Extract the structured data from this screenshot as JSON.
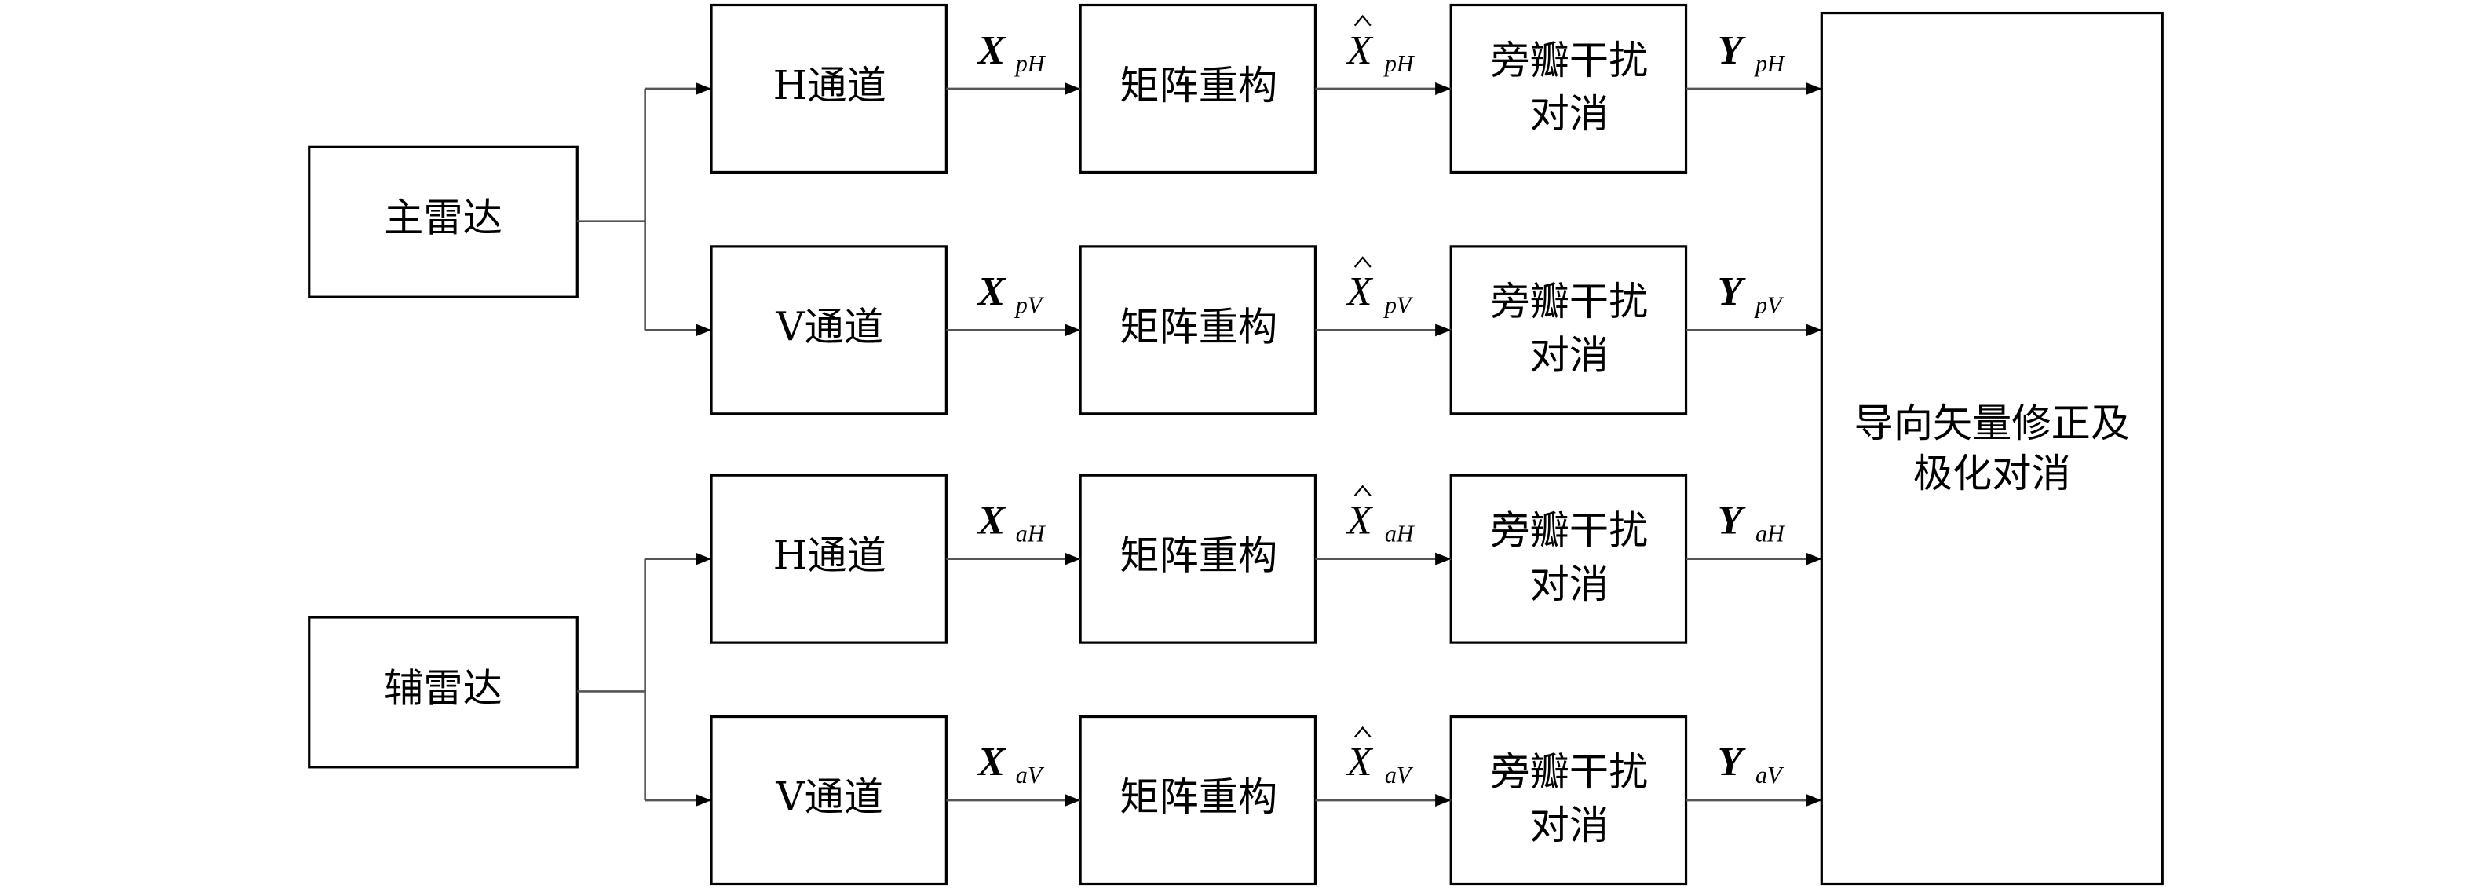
{
  "sources": [
    {
      "label": "主雷达"
    },
    {
      "label": "辅雷达"
    }
  ],
  "rows": [
    {
      "channel": "H通道",
      "reconstruct": "矩阵重构",
      "cancel_line1": "旁瓣干扰",
      "cancel_line2": "对消",
      "x_sym": "X",
      "x_sub": "pH",
      "xhat_sym": "X",
      "xhat_sub": "pH",
      "y_sym": "Y",
      "y_sub": "pH"
    },
    {
      "channel": "V通道",
      "reconstruct": "矩阵重构",
      "cancel_line1": "旁瓣干扰",
      "cancel_line2": "对消",
      "x_sym": "X",
      "x_sub": "pV",
      "xhat_sym": "X",
      "xhat_sub": "pV",
      "y_sym": "Y",
      "y_sub": "pV"
    },
    {
      "channel": "H通道",
      "reconstruct": "矩阵重构",
      "cancel_line1": "旁瓣干扰",
      "cancel_line2": "对消",
      "x_sym": "X",
      "x_sub": "aH",
      "xhat_sym": "X",
      "xhat_sub": "aH",
      "y_sym": "Y",
      "y_sub": "aH"
    },
    {
      "channel": "V通道",
      "reconstruct": "矩阵重构",
      "cancel_line1": "旁瓣干扰",
      "cancel_line2": "对消",
      "x_sym": "X",
      "x_sub": "aV",
      "xhat_sym": "X",
      "xhat_sub": "aV",
      "y_sym": "Y",
      "y_sub": "aV"
    }
  ],
  "final": {
    "line1": "导向矢量修正及",
    "line2": "极化对消"
  }
}
